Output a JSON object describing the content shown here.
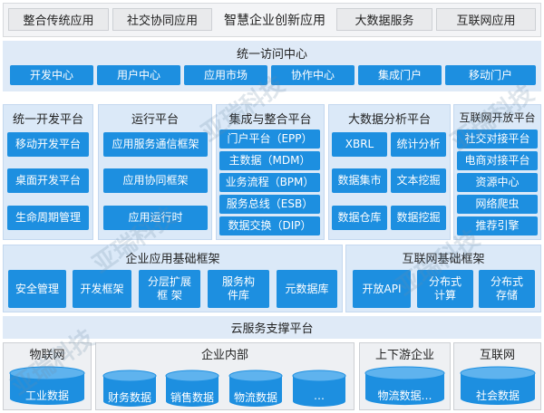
{
  "top_bar": {
    "left": [
      "整合传统应用",
      "社交协同应用"
    ],
    "center": "智慧企业创新应用",
    "right": [
      "大数据服务",
      "互联网应用"
    ]
  },
  "access_center": {
    "title": "统一访问中心",
    "items": [
      "开发中心",
      "用户中心",
      "应用市场",
      "协作中心",
      "集成门户",
      "移动门户"
    ]
  },
  "platforms": {
    "dev": {
      "title": "统一开发平台",
      "items": [
        "移动开发平台",
        "桌面开发平台",
        "生命周期管理"
      ]
    },
    "run": {
      "title": "运行平台",
      "items": [
        "应用服务通信框架",
        "应用协同框架",
        "应用运行时"
      ]
    },
    "integration": {
      "title": "集成与整合平台",
      "items": [
        "门户平台（EPP）",
        "主数据（MDM）",
        "业务流程（BPM）",
        "服务总线（ESB）",
        "数据交换（DIP）"
      ]
    },
    "bigdata": {
      "title": "大数据分析平台",
      "items": [
        "XBRL",
        "统计分析",
        "数据集市",
        "文本挖掘",
        "数据仓库",
        "数据挖掘"
      ]
    },
    "internet": {
      "title": "互联网开放平台",
      "items": [
        "社交对接平台",
        "电商对接平台",
        "资源中心",
        "网络爬虫",
        "推荐引擎"
      ]
    }
  },
  "enterprise_framework": {
    "title": "企业应用基础框架",
    "items": [
      "安全管理",
      "开发框架",
      "分层扩展\n框  架",
      "服务构\n件库",
      "元数据库"
    ]
  },
  "internet_framework": {
    "title": "互联网基础框架",
    "items": [
      "开放API",
      "分布式\n计算",
      "分布式\n存储"
    ]
  },
  "cloud": {
    "title": "云服务支撑平台"
  },
  "data_sources": {
    "iot": {
      "title": "物联网",
      "items": [
        "工业数据"
      ]
    },
    "internal": {
      "title": "企业内部",
      "items": [
        "财务数据",
        "销售数据",
        "物流数据",
        "…"
      ]
    },
    "supply": {
      "title": "上下游企业",
      "items": [
        "物流数据…"
      ]
    },
    "web": {
      "title": "互联网",
      "items": [
        "社会数据"
      ]
    }
  },
  "watermark": "亚瑞科技",
  "colors": {
    "accent": "#1d8fe0",
    "panel": "#dbe9f8",
    "tile": "#e9eaec"
  }
}
